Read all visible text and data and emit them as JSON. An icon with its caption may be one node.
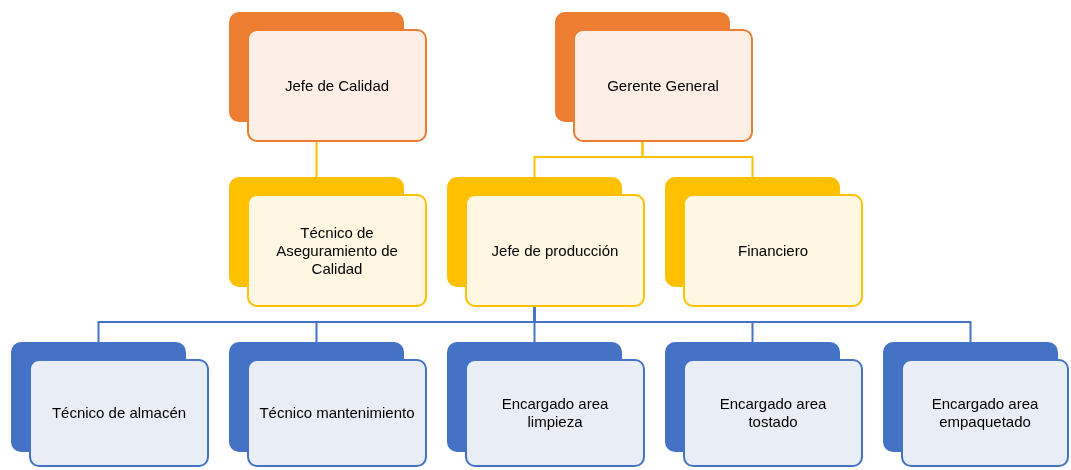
{
  "diagram": {
    "nodes": [
      {
        "text": [
          "Jefe de Calidad"
        ]
      },
      {
        "text": [
          "Gerente General"
        ]
      },
      {
        "text": [
          "Técnico de Aseguramiento de Calidad"
        ]
      },
      {
        "text": [
          "Jefe de producción"
        ]
      },
      {
        "text": [
          "Financiero"
        ]
      },
      {
        "text": [
          "Técnico de almacén"
        ]
      },
      {
        "text": [
          "Técnico mantenimiento"
        ]
      },
      {
        "text": [
          "Encargado area limpieza"
        ]
      },
      {
        "text": [
          "Encargado area tostado"
        ]
      },
      {
        "text": [
          "Encargado area empaquetado"
        ]
      }
    ],
    "edges": [
      {
        "from": 0,
        "to": 2,
        "arrow": "none",
        "color": "#ffc000"
      },
      {
        "from": 1,
        "to": 3,
        "arrow": "none",
        "color": "#ffc000"
      },
      {
        "from": 1,
        "to": 4,
        "arrow": "none",
        "color": "#ffc000"
      },
      {
        "from": 3,
        "to": 5,
        "arrow": "none"
      },
      {
        "from": 3,
        "to": 6,
        "arrow": "none"
      },
      {
        "from": 3,
        "to": 7,
        "arrow": "none"
      },
      {
        "from": 3,
        "to": 8,
        "arrow": "none"
      },
      {
        "from": 3,
        "to": 9,
        "arrow": "none"
      }
    ]
  }
}
